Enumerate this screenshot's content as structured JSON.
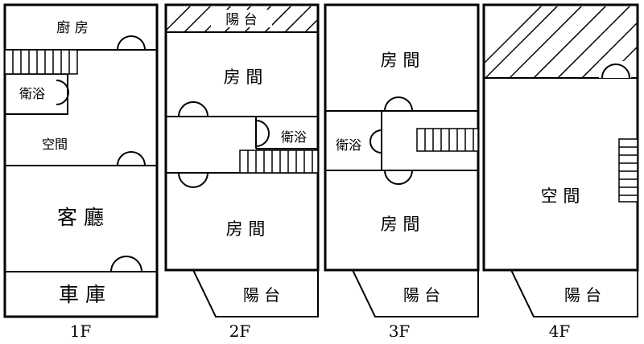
{
  "floors": [
    {
      "label": "1F",
      "rooms": {
        "kitchen": "廚 房",
        "bath": "衛浴",
        "space": "空間",
        "living": "客 廳",
        "garage": "車 庫"
      }
    },
    {
      "label": "2F",
      "rooms": {
        "balcony_top": "陽 台",
        "room_top": "房 間",
        "bath": "衛浴",
        "room_bottom": "房 間",
        "balcony": "陽 台"
      }
    },
    {
      "label": "3F",
      "rooms": {
        "room_top": "房 間",
        "bath": "衛浴",
        "room_bottom": "房 間",
        "balcony": "陽 台"
      }
    },
    {
      "label": "4F",
      "rooms": {
        "space": "空 間",
        "balcony": "陽 台"
      }
    }
  ]
}
